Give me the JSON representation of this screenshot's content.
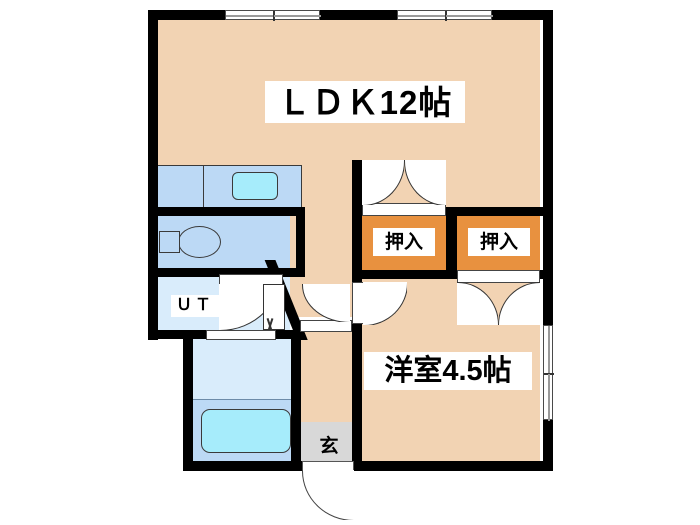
{
  "plan": {
    "type": "japanese-apartment-floor-plan",
    "background_color": "#ffffff",
    "wall_color": "#000000",
    "room_fill_color": "#f2d3b3",
    "water_fill_color": "#bcd9f5",
    "closet_fill_color": "#e8913f",
    "genkan_fill_color": "#d8d8d8",
    "tub_fill_color": "#a6ecfb"
  },
  "rooms": {
    "ldk": {
      "label": "ＬＤＫ12帖"
    },
    "bedroom": {
      "label": "洋室4.5帖"
    },
    "closet_left": {
      "label": "押入"
    },
    "closet_right": {
      "label": "押入"
    },
    "utility": {
      "label": "ＵＴ"
    },
    "entrance": {
      "label": "玄"
    }
  },
  "fixtures": {
    "kitchen_counter": "kitchen-counter",
    "kitchen_sink": "kitchen-sink",
    "toilet": "toilet-fixture",
    "toilet_tank": "toilet-tank",
    "bathtub": "bathtub",
    "washbasin": "washbasin"
  },
  "openings": {
    "window_top_left": "sliding-window",
    "window_top_right": "sliding-window",
    "window_right": "sliding-window",
    "door_entrance": "entrance-door",
    "door_bedroom": "hinged-door",
    "door_hall": "hinged-door",
    "door_utility": "hinged-door",
    "closet_doors_left": "double-closet-door",
    "closet_doors_right": "double-closet-door"
  }
}
